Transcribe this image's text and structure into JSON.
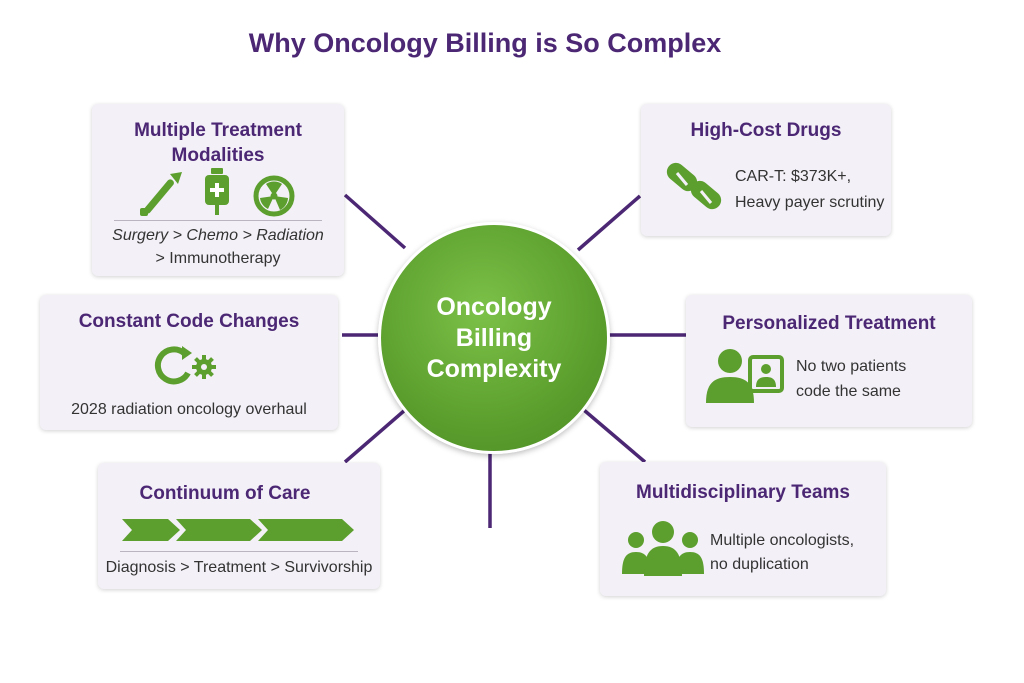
{
  "title": "Why Oncology Billing is So Complex",
  "hub": {
    "label": "Oncology\nBilling\nComplexity"
  },
  "colors": {
    "purple": "#4b2774",
    "green": "#5c9f2e",
    "card": "#f3f0f7"
  },
  "cards": {
    "modalities": {
      "title": "Multiple Treatment\nModalities",
      "line1": "Surgery > Chemo > Radiation",
      "line2": "> Immunotherapy",
      "icons": [
        "scalpel-icon",
        "iv-bag-icon",
        "radiation-icon"
      ]
    },
    "codes": {
      "title": "Constant Code Changes",
      "text": "2028 radiation oncology overhaul",
      "icon": "refresh-gear-icon"
    },
    "continuum": {
      "title": "Continuum of Care",
      "text": "Diagnosis > Treatment > Survivorship",
      "icon": "arrows-icon"
    },
    "drugs": {
      "title": "High-Cost Drugs",
      "line1": "CAR-T: $373K+,",
      "line2": "Heavy payer scrutiny",
      "icon": "pills-icon"
    },
    "personalized": {
      "title": "Personalized Treatment",
      "line1": "No two patients",
      "line2": "code the same",
      "icon": "patient-card-icon"
    },
    "teams": {
      "title": "Multidisciplinary Teams",
      "line1": "Multiple oncologists,",
      "line2": "no duplication",
      "icon": "team-icon"
    }
  }
}
